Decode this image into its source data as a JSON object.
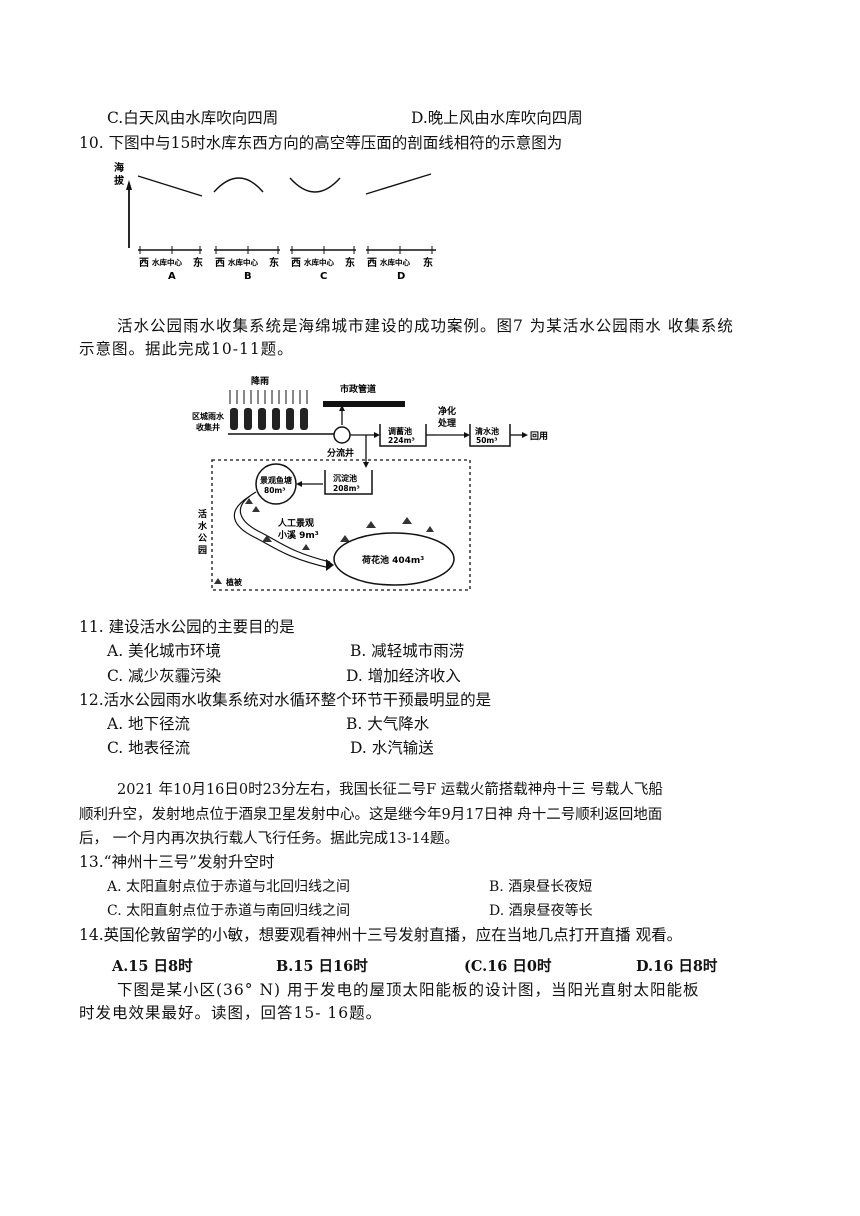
{
  "q9": {
    "option_c": "C.白天风由水库吹向四周",
    "option_d": "D.晚上风由水库吹向四周"
  },
  "q10": {
    "stem": "10.  下图中与15时水库东西方向的高空等压面的剖面线相符的示意图为",
    "figure": {
      "ylabel": "海拔",
      "axis_left": "西",
      "axis_mid": "水库中心",
      "axis_right": "东",
      "labels": [
        "A",
        "B",
        "C",
        "D"
      ]
    }
  },
  "passage_1": {
    "line1": "活水公园雨水收集系统是海绵城市建设的成功案例。图7 为某活水公园雨水 收集系统",
    "line2": "示意图。据此完成10-11题。"
  },
  "figure7": {
    "rain": "降雨",
    "collect_well": "区域雨水收集井",
    "municipal_pipe": "市政管道",
    "diversion_well": "分流井",
    "storage_tank": "调蓄池",
    "storage_cap": "224m³",
    "purify": "净化处理",
    "clear_tank": "清水池",
    "clear_cap": "50m³",
    "reuse": "回用",
    "sediment_tank": "沉淀池",
    "sediment_cap": "208m³",
    "fish_pond": "景观鱼塘",
    "fish_cap": "80m³",
    "stream": "人工景观小溪 9m³",
    "lotus": "荷花池 404m³",
    "park": "活水公园",
    "vegetation": "植被"
  },
  "q11": {
    "stem": "11.  建设活水公园的主要目的是",
    "a": "A. 美化城市环境",
    "b": "B.  减轻城市雨涝",
    "c": "C. 减少灰霾污染",
    "d": "D.  增加经济收入"
  },
  "q12": {
    "stem": "12.活水公园雨水收集系统对水循环整个环节干预最明显的是",
    "a": "A. 地下径流",
    "b": "B.  大气降水",
    "c": "C. 地表径流",
    "d": "D. 水汽输送"
  },
  "passage_2": {
    "line1": "2021 年10月16日0时23分左右，我国长征二号F 运载火箭搭载神舟十三 号载人飞船",
    "line2": "顺利升空，发射地点位于酒泉卫星发射中心。这是继今年9月17日神 舟十二号顺利返回地面",
    "line3": "后，  一个月内再次执行载人飞行任务。据此完成13-14题。"
  },
  "q13": {
    "stem": "13.“神州十三号”发射升空时",
    "a": "A. 太阳直射点位于赤道与北回归线之间",
    "b": "B.  酒泉昼长夜短",
    "c": "C.  太阳直射点位于赤道与南回归线之间",
    "d": "D.   酒泉昼夜等长"
  },
  "q14": {
    "stem": "14.英国伦敦留学的小敏，想要观看神州十三号发射直播，应在当地几点打开直播 观看。",
    "a": "A.15   日8时",
    "b": "B.15   日16时",
    "c": "(C.16  日0时",
    "d": "D.16   日8时"
  },
  "passage_3": {
    "line1": "下图是某小区(36° N) 用于发电的屋顶太阳能板的设计图，当阳光直射太阳能板",
    "line2": "时发电效果最好。读图，回答15- 16题。"
  }
}
